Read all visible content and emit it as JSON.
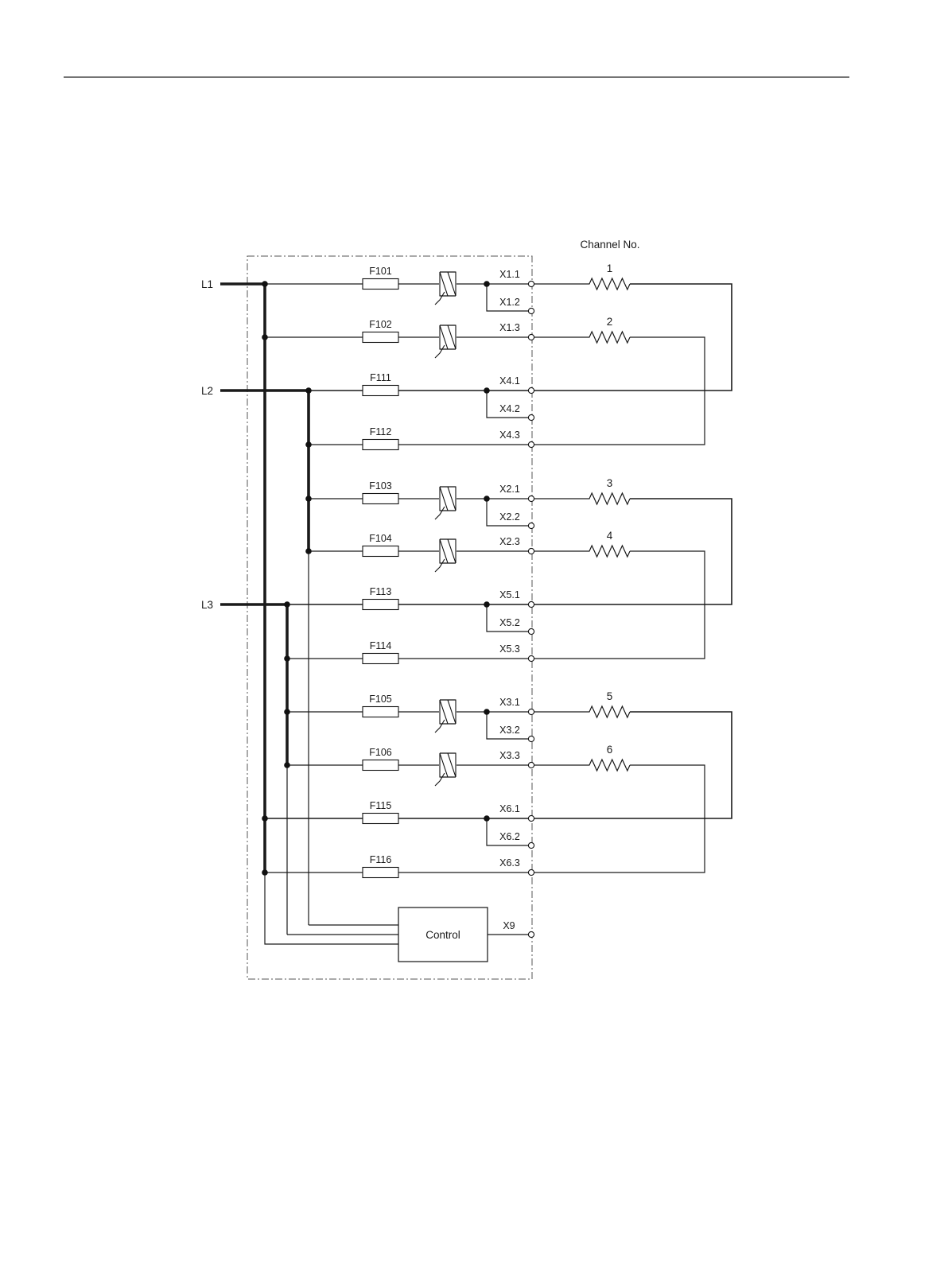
{
  "diagram": {
    "channel_header": "Channel No.",
    "lines": [
      {
        "id": "L1",
        "label": "L1"
      },
      {
        "id": "L2",
        "label": "L2"
      },
      {
        "id": "L3",
        "label": "L3"
      }
    ],
    "rows": [
      {
        "fuse": "F101",
        "triac": true,
        "junction": true,
        "terminal": "X1.1",
        "sub": "X1.2",
        "channel": "1"
      },
      {
        "fuse": "F102",
        "triac": true,
        "junction": false,
        "terminal": "X1.3",
        "sub": null,
        "channel": "2"
      },
      {
        "fuse": "F111",
        "triac": false,
        "junction": true,
        "terminal": "X4.1",
        "sub": "X4.2",
        "channel": null
      },
      {
        "fuse": "F112",
        "triac": false,
        "junction": false,
        "terminal": "X4.3",
        "sub": null,
        "channel": null
      },
      {
        "fuse": "F103",
        "triac": true,
        "junction": true,
        "terminal": "X2.1",
        "sub": "X2.2",
        "channel": "3"
      },
      {
        "fuse": "F104",
        "triac": true,
        "junction": false,
        "terminal": "X2.3",
        "sub": null,
        "channel": "4"
      },
      {
        "fuse": "F113",
        "triac": false,
        "junction": true,
        "terminal": "X5.1",
        "sub": "X5.2",
        "channel": null
      },
      {
        "fuse": "F114",
        "triac": false,
        "junction": false,
        "terminal": "X5.3",
        "sub": null,
        "channel": null
      },
      {
        "fuse": "F105",
        "triac": true,
        "junction": true,
        "terminal": "X3.1",
        "sub": "X3.2",
        "channel": "5"
      },
      {
        "fuse": "F106",
        "triac": true,
        "junction": false,
        "terminal": "X3.3",
        "sub": null,
        "channel": "6"
      },
      {
        "fuse": "F115",
        "triac": false,
        "junction": true,
        "terminal": "X6.1",
        "sub": "X6.2",
        "channel": null
      },
      {
        "fuse": "F116",
        "triac": false,
        "junction": false,
        "terminal": "X6.3",
        "sub": null,
        "channel": null
      }
    ],
    "control": {
      "label": "Control",
      "terminal": "X9"
    }
  }
}
